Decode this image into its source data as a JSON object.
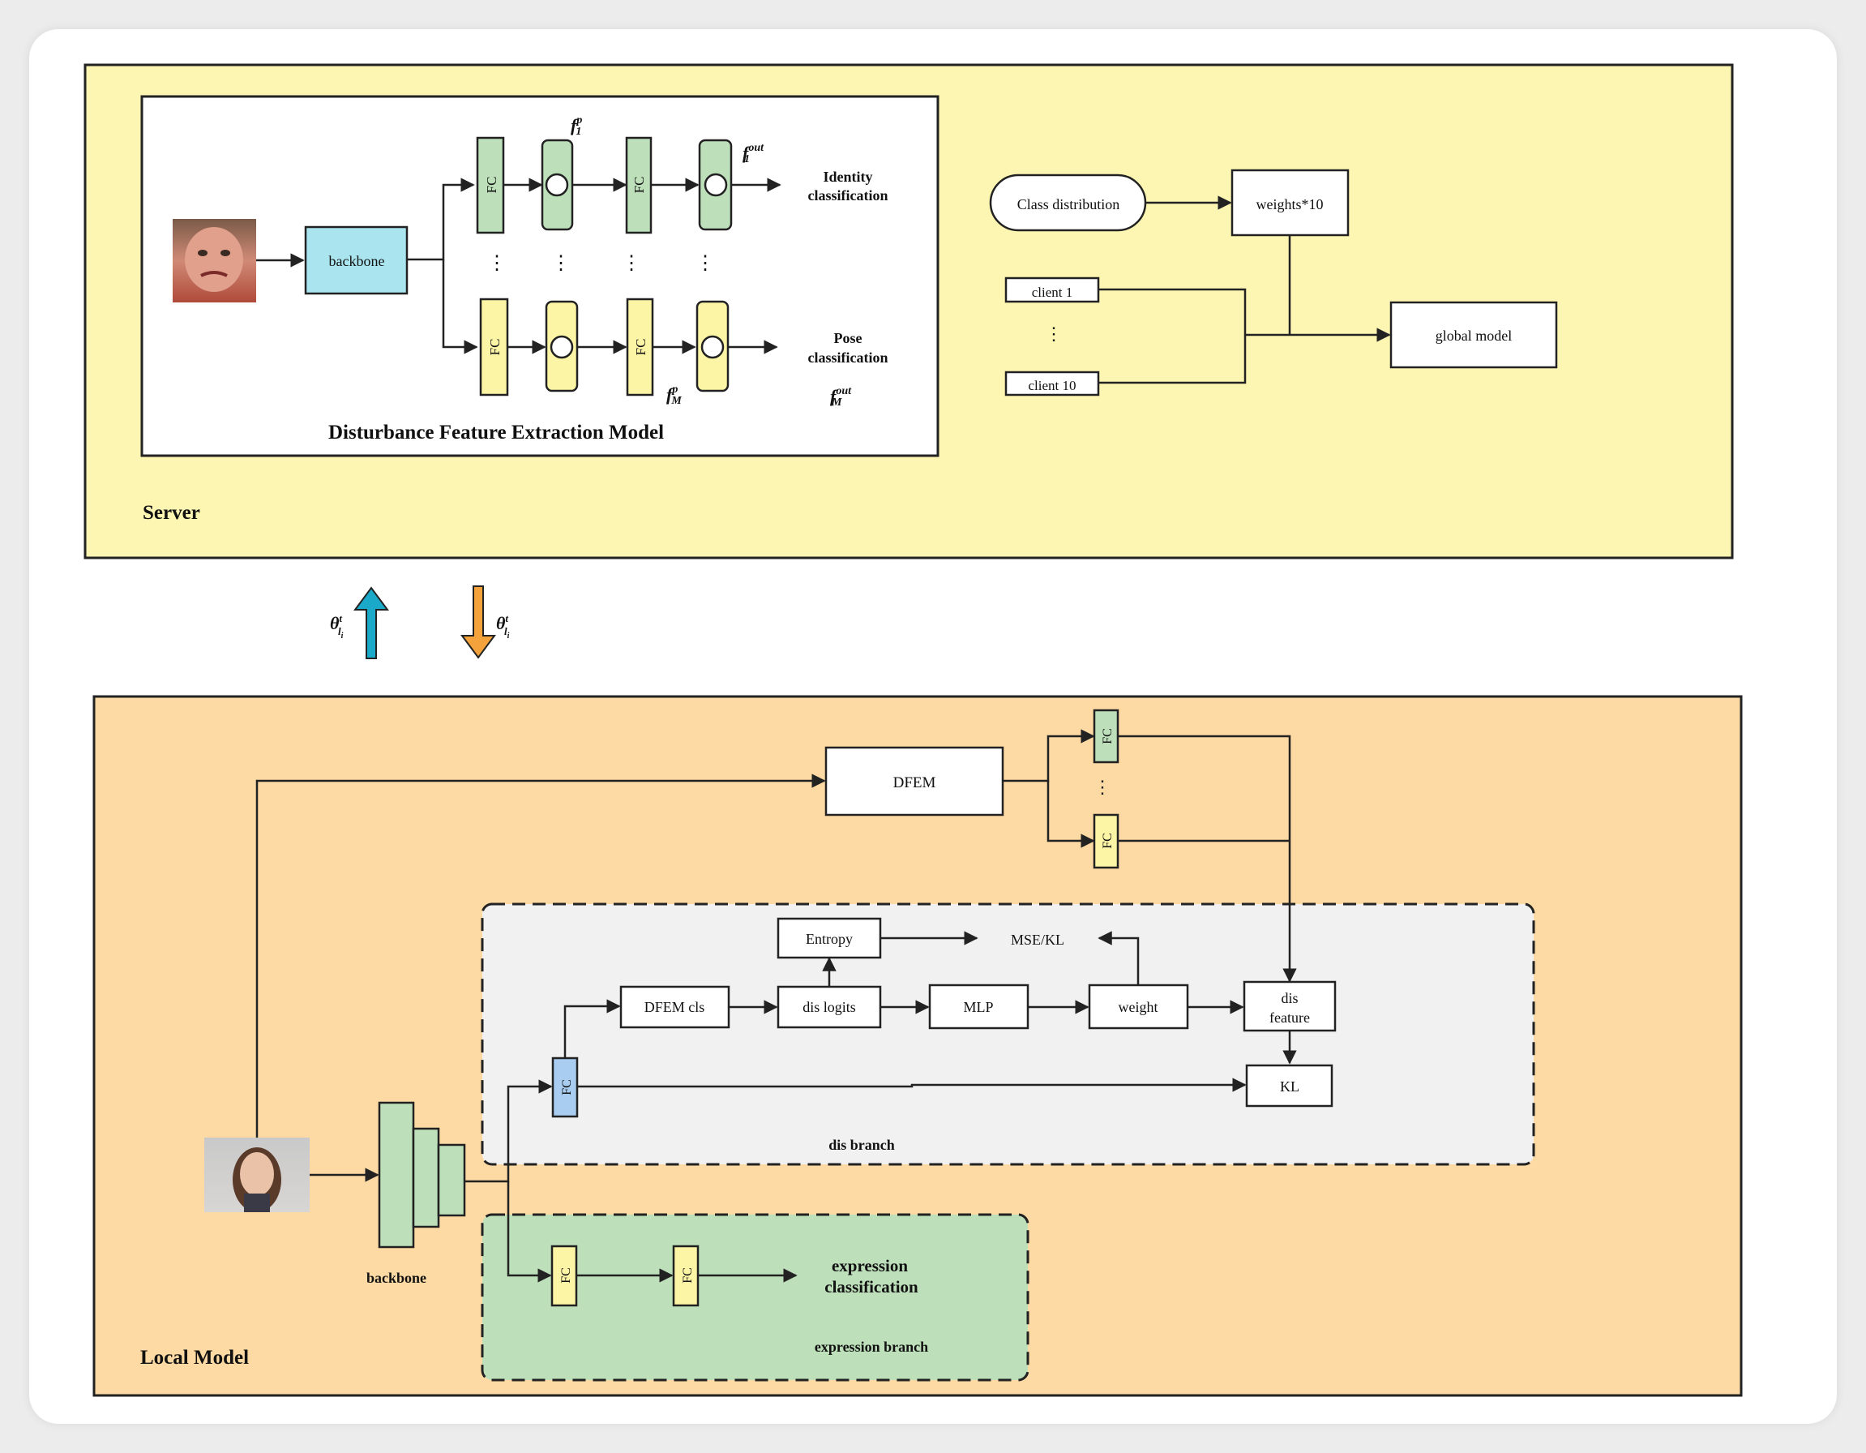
{
  "server": {
    "label": "Server",
    "dfem": {
      "title": "Disturbance Feature Extraction Model",
      "backbone_label": "backbone",
      "fc_label": "FC",
      "identity_label_line1": "Identity",
      "identity_label_line2": "classification",
      "pose_label_line1": "Pose",
      "pose_label_line2": "classification",
      "f1p_base": "f",
      "f1p_sup": "p",
      "f1p_sub": "1",
      "f1out_base": "f",
      "f1out_sup": "out",
      "f1out_sub": "1",
      "fMp_base": "f",
      "fMp_sup": "p",
      "fMp_sub": "M",
      "fMout_base": "f",
      "fMout_sup": "out",
      "fMout_sub": "M",
      "ellipsis": "⋮"
    },
    "aggregation": {
      "class_distribution": "Class distribution",
      "weights": "weights*10",
      "client_first": "client 1",
      "client_last": "client 10",
      "ellipsis": "⋮",
      "global_model": "global model"
    }
  },
  "transfer": {
    "upload_symbol_base": "θ",
    "upload_symbol_sup": "t",
    "upload_symbol_sub": "l",
    "upload_symbol_subsub": "i",
    "download_symbol_base": "θ",
    "download_symbol_sup": "t",
    "download_symbol_sub": "l",
    "download_symbol_subsub": "i",
    "upload_color": "#1ba9c9",
    "download_color": "#f4a23c"
  },
  "local": {
    "label": "Local Model",
    "backbone_label": "backbone",
    "dfem": "DFEM",
    "fc_label": "FC",
    "ellipsis": "⋮",
    "dis_branch": {
      "label": "dis branch",
      "entropy": "Entropy",
      "mse_kl": "MSE/KL",
      "dfem_cls": "DFEM cls",
      "dis_logits": "dis logits",
      "mlp": "MLP",
      "weight": "weight",
      "dis_feature_line1": "dis",
      "dis_feature_line2": "feature",
      "kl": "KL"
    },
    "expression_branch": {
      "label": "expression branch",
      "output_line1": "expression",
      "output_line2": "classification"
    }
  },
  "colors": {
    "server_bg": "#fdf6b2",
    "local_bg": "#fdd9a3",
    "green": "#bde0bb",
    "yellow": "#fdf5a6",
    "cyan": "#a9e4ef",
    "blue": "#a8cdf0",
    "dis_branch_bg": "#f1f1f1",
    "expr_branch_bg": "#bde0bb"
  }
}
